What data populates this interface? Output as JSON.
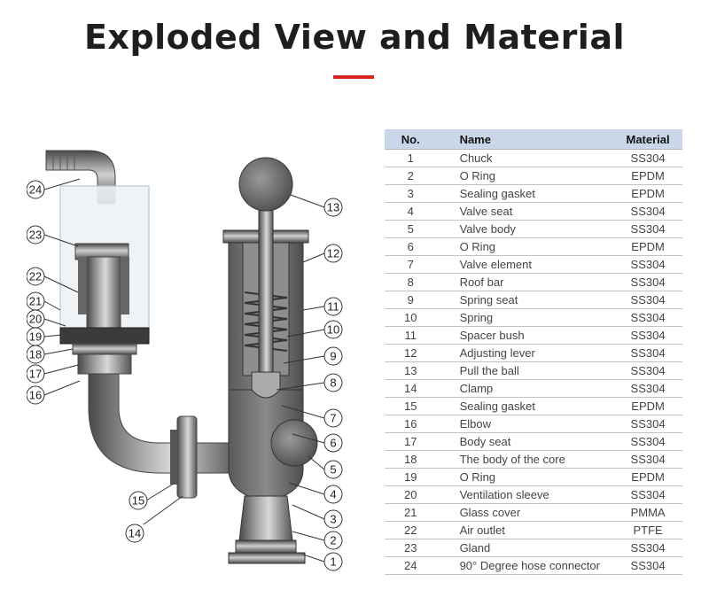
{
  "header": {
    "title": "Exploded View and Material"
  },
  "colors": {
    "accent": "#d9251d",
    "table_header": "#c9d7e8",
    "metal": "#6e6e6e"
  },
  "table": {
    "headers": {
      "no": "No.",
      "name": "Name",
      "material": "Material"
    },
    "rows": [
      {
        "no": "1",
        "name": "Chuck",
        "material": "SS304"
      },
      {
        "no": "2",
        "name": "O Ring",
        "material": "EPDM"
      },
      {
        "no": "3",
        "name": "Sealing gasket",
        "material": "EPDM"
      },
      {
        "no": "4",
        "name": "Valve seat",
        "material": "SS304"
      },
      {
        "no": "5",
        "name": "Valve body",
        "material": "SS304"
      },
      {
        "no": "6",
        "name": "O Ring",
        "material": "EPDM"
      },
      {
        "no": "7",
        "name": "Valve element",
        "material": "SS304"
      },
      {
        "no": "8",
        "name": "Roof bar",
        "material": "SS304"
      },
      {
        "no": "9",
        "name": "Spring seat",
        "material": "SS304"
      },
      {
        "no": "10",
        "name": "Spring",
        "material": "SS304"
      },
      {
        "no": "11",
        "name": "Spacer bush",
        "material": "SS304"
      },
      {
        "no": "12",
        "name": "Adjusting lever",
        "material": "SS304"
      },
      {
        "no": "13",
        "name": "Pull the ball",
        "material": "SS304"
      },
      {
        "no": "14",
        "name": "Clamp",
        "material": "SS304"
      },
      {
        "no": "15",
        "name": "Sealing gasket",
        "material": "EPDM"
      },
      {
        "no": "16",
        "name": "Elbow",
        "material": "SS304"
      },
      {
        "no": "17",
        "name": "Body seat",
        "material": "SS304"
      },
      {
        "no": "18",
        "name": "The body of the core",
        "material": "SS304"
      },
      {
        "no": "19",
        "name": "O Ring",
        "material": "EPDM"
      },
      {
        "no": "20",
        "name": "Ventilation sleeve",
        "material": "SS304"
      },
      {
        "no": "21",
        "name": "Glass cover",
        "material": "PMMA"
      },
      {
        "no": "22",
        "name": "Air outlet",
        "material": "PTFE"
      },
      {
        "no": "23",
        "name": "Gland",
        "material": "SS304"
      },
      {
        "no": "24",
        "name": "90° Degree hose connector",
        "material": "SS304"
      }
    ]
  },
  "callouts": [
    "1",
    "2",
    "3",
    "4",
    "5",
    "6",
    "7",
    "8",
    "9",
    "10",
    "11",
    "12",
    "13",
    "14",
    "15",
    "16",
    "17",
    "18",
    "19",
    "20",
    "21",
    "22",
    "23",
    "24"
  ]
}
